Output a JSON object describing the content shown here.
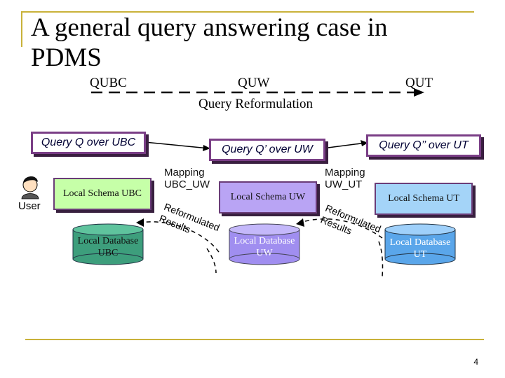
{
  "title": "A general query answering case in PDMS",
  "reformulation": {
    "q_ubc": "QUBC",
    "q_uw": "QUW",
    "q_ut": "QUT",
    "label": "Query Reformulation"
  },
  "queries": {
    "ubc": "Query Q over UBC",
    "uw": "Query Q’ over UW",
    "ut": "Query Q’’ over UT"
  },
  "user_label": "User",
  "mappings": {
    "ubc_uw": "Mapping UBC_UW",
    "uw_ut": "Mapping UW_UT"
  },
  "schemas": {
    "ubc": "Local Schema UBC",
    "uw": "Local Schema UW",
    "ut": "Local Schema UT"
  },
  "databases": {
    "ubc": "Local Database UBC",
    "uw": "Local Database UW",
    "ut": "Local Database UT"
  },
  "reformulated_results": "Reformulated Results",
  "page_number": "4",
  "colors": {
    "accent_gold": "#c9b23a",
    "query_border": "#7a3e86",
    "schema_ubc": "#c6ffa8",
    "schema_uw": "#b9a4f4",
    "schema_ut": "#a4d4f8",
    "db_ubc": "#3d9e7c",
    "db_uw": "#a08ef0",
    "db_ut": "#5aa6ea"
  }
}
